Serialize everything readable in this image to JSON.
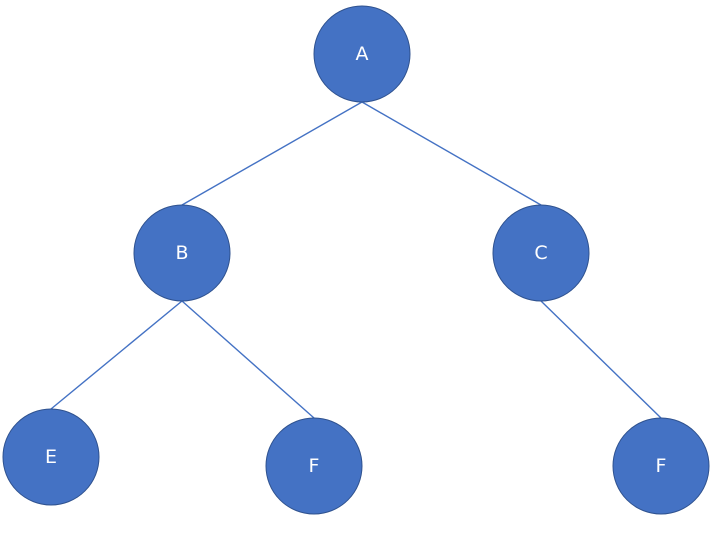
{
  "diagram": {
    "type": "tree",
    "colors": {
      "node_fill": "#4472c4",
      "node_outline": "#2f528f",
      "edge": "#4472c4",
      "label": "#ffffff"
    },
    "nodes": [
      {
        "id": "A",
        "label": "A"
      },
      {
        "id": "B",
        "label": "B"
      },
      {
        "id": "C",
        "label": "C"
      },
      {
        "id": "E",
        "label": "E"
      },
      {
        "id": "F1",
        "label": "F"
      },
      {
        "id": "F2",
        "label": "F"
      }
    ],
    "edges": [
      {
        "from": "A",
        "to": "B"
      },
      {
        "from": "A",
        "to": "C"
      },
      {
        "from": "B",
        "to": "E"
      },
      {
        "from": "B",
        "to": "F1"
      },
      {
        "from": "C",
        "to": "F2"
      }
    ]
  }
}
